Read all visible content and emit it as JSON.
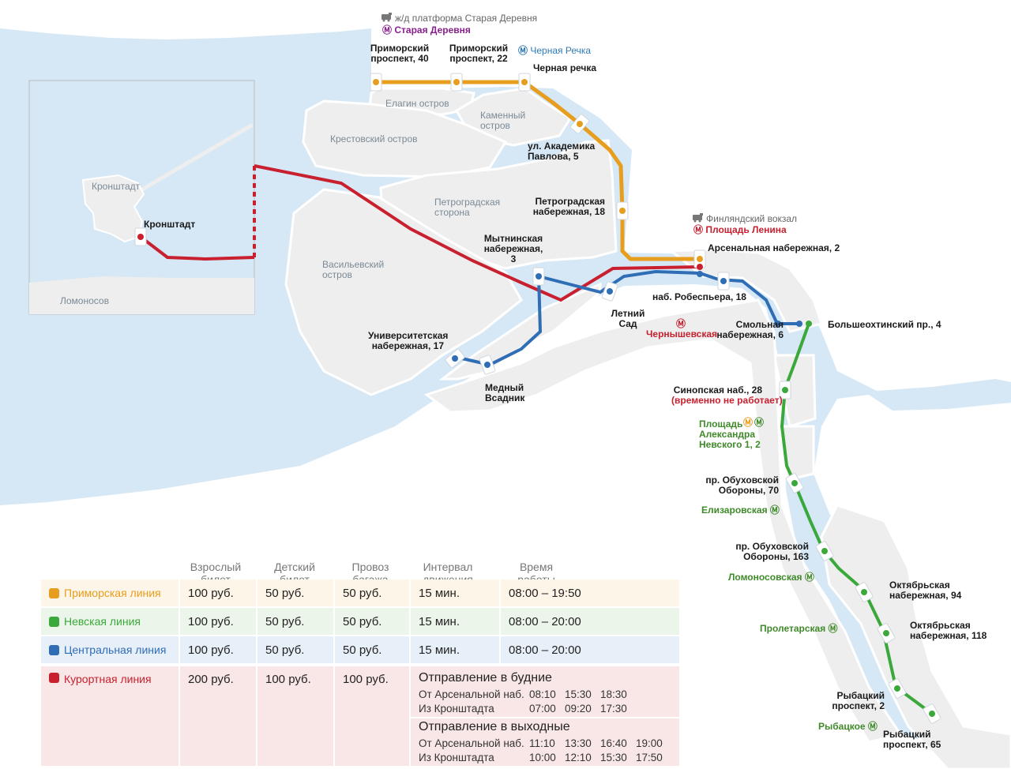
{
  "colors": {
    "water": "#d6e8f5",
    "land": "#ededed",
    "orange": "#e79d1d",
    "green": "#3aa83a",
    "blue": "#2f6db5",
    "red": "#c9202f"
  },
  "islands": {
    "elagin": "Елагин остров",
    "kamenny": "Каменный остров",
    "krestovsky": "Крестовский остров",
    "petrogradskaya": "Петроградская сторона",
    "vasilyevsky": "Васильевский остров",
    "kronshtadt": "Кронштадт",
    "lomonosov": "Ломоносов"
  },
  "stops": {
    "primorsky40": "Приморский проспект, 40",
    "primorsky22": "Приморский проспект, 22",
    "chernaya_rechka": "Черная речка",
    "akademika_pavlova": "ул. Академика Павлова, 5",
    "petrogradskaya_nab": "Петроградская набережная, 18",
    "arsenalnaya": "Арсенальная набережная, 2",
    "mytninskaya": "Мытнинская набережная, 3",
    "robespiera": "наб. Робеспьера, 18",
    "letny_sad": "Летний Сад",
    "smolnaya": "Смольная набережная, 6",
    "bolsheokhtinsky": "Большеохтинский пр., 4",
    "universitetskaya": "Университетская набережная, 17",
    "medny_vsadnik": "Медный Всадник",
    "kronshtadt": "Кронштадт",
    "sinopskaya": "Синопская наб., 28",
    "sinopskaya_note": "(временно не работает)",
    "obukhovskoy70": "пр. Обуховской Обороны, 70",
    "obukhovskoy163": "пр. Обуховской Обороны, 163",
    "oktyabrskaya94": "Октябрьская набережная, 94",
    "oktyabrskaya118": "Октябрьская набережная, 118",
    "rybatsky2": "Рыбацкий проспект, 2",
    "rybatsky65": "Рыбацкий проспект, 65"
  },
  "transfers": {
    "rail_staraya": "ж/д платформа Старая Деревня",
    "metro_staraya": "Старая Деревня",
    "metro_chernaya": "Черная Речка",
    "rail_finlyandsky": "Финляндский вокзал",
    "metro_lenina": "Площадь Ленина",
    "metro_chernyshevskaya": "Чернышевская",
    "metro_pl_nevskogo": "Площадь Александра Невского 1, 2",
    "metro_elizarovskaya": "Елизаровская",
    "metro_lomonosovskaya": "Ломоносовская",
    "metro_proletarskaya": "Пролетарская",
    "metro_rybatskoe": "Рыбацкое",
    "metro_symbol": "Ⓜ"
  },
  "table": {
    "headers": {
      "adult": "Взрослый билет",
      "child": "Детский билет",
      "luggage": "Провоз багажа",
      "interval": "Интервал движения",
      "hours": "Время работы"
    },
    "rows": [
      {
        "name": "Приморская линия",
        "color": "#e79d1d",
        "bg": "#fdf5e7",
        "adult": "100 руб.",
        "child": "50 руб.",
        "luggage": "50 руб.",
        "interval": "15 мин.",
        "hours": "08:00 – 19:50"
      },
      {
        "name": "Невская линия",
        "color": "#3aa83a",
        "bg": "#ecf5ea",
        "adult": "100 руб.",
        "child": "50 руб.",
        "luggage": "50 руб.",
        "interval": "15 мин.",
        "hours": "08:00 – 20:00"
      },
      {
        "name": "Центральная линия",
        "color": "#2f6db5",
        "bg": "#e7eff8",
        "adult": "100 руб.",
        "child": "50 руб.",
        "luggage": "50 руб.",
        "interval": "15 мин.",
        "hours": "08:00 – 20:00"
      }
    ],
    "resort": {
      "name": "Курортная линия",
      "color": "#c9202f",
      "bg": "#f9e7e7",
      "adult": "200 руб.",
      "child": "100 руб.",
      "luggage": "100 руб.",
      "weekday_title": "Отправление в будние",
      "weekday": [
        {
          "from": "От Арсенальной наб.",
          "times": [
            "08:10",
            "15:30",
            "18:30"
          ]
        },
        {
          "from": "Из Кронштадта",
          "times": [
            "07:00",
            "09:20",
            "17:30"
          ]
        }
      ],
      "weekend_title": "Отправление в выходные",
      "weekend": [
        {
          "from": "От Арсенальной наб.",
          "times": [
            "11:10",
            "13:30",
            "16:40",
            "19:00"
          ]
        },
        {
          "from": "Из Кронштадта",
          "times": [
            "10:00",
            "12:10",
            "15:30",
            "17:50"
          ]
        }
      ]
    }
  }
}
